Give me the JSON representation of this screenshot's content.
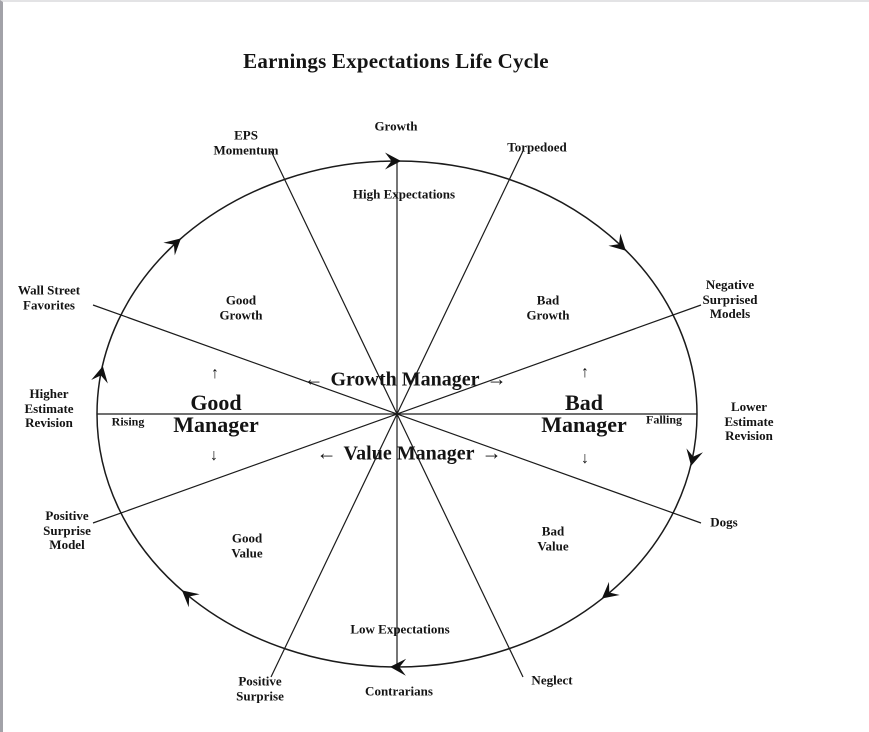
{
  "title": "Earnings Expectations Life Cycle",
  "outer_labels": {
    "growth": "Growth",
    "eps_momentum": "EPS\nMomentum",
    "torpedoed": "Torpedoed",
    "wall_street_favorites": "Wall Street\nFavorites",
    "higher_estimate_revision": "Higher\nEstimate\nRevision",
    "negative_surprised_models": "Negative\nSurprised\nModels",
    "lower_estimate_revision": "Lower\nEstimate\nRevision",
    "dogs": "Dogs",
    "neglect": "Neglect",
    "contrarians": "Contrarians",
    "positive_surprise": "Positive\nSurprise",
    "positive_surprise_model": "Positive\nSurprise\nModel"
  },
  "inner_labels": {
    "high_expectations": "High Expectations",
    "low_expectations": "Low Expectations",
    "good_growth": "Good\nGrowth",
    "bad_growth": "Bad\nGrowth",
    "good_value": "Good\nValue",
    "bad_value": "Bad\nValue",
    "good_manager": "Good\nManager",
    "bad_manager": "Bad\nManager",
    "growth_manager": "Growth Manager",
    "value_manager": "Value Manager",
    "rising": "Rising",
    "falling": "Falling"
  },
  "glyphs": {
    "left_arrow": "←",
    "right_arrow": "→",
    "up_arrow": "↑",
    "down_arrow": "↓"
  },
  "colors": {
    "line": "#1b1b1b",
    "text": "#141414",
    "background": "#ffffff",
    "frame": "#a2a2a8"
  }
}
